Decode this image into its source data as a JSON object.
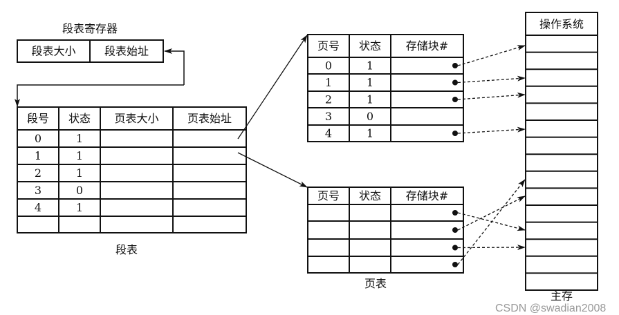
{
  "segment_register": {
    "title": "段表寄存器",
    "cells": [
      "段表大小",
      "段表始址"
    ]
  },
  "segment_table": {
    "caption": "段表",
    "headers": [
      "段号",
      "状态",
      "页表大小",
      "页表始址"
    ],
    "rows": [
      [
        "0",
        "1",
        "",
        ""
      ],
      [
        "1",
        "1",
        "",
        ""
      ],
      [
        "2",
        "1",
        "",
        ""
      ],
      [
        "3",
        "0",
        "",
        ""
      ],
      [
        "4",
        "1",
        "",
        ""
      ],
      [
        "",
        "",
        "",
        ""
      ]
    ]
  },
  "page_table_1": {
    "headers": [
      "页号",
      "状态",
      "存储块#"
    ],
    "rows": [
      [
        "0",
        "1",
        true
      ],
      [
        "1",
        "1",
        true
      ],
      [
        "2",
        "1",
        true
      ],
      [
        "3",
        "0",
        false
      ],
      [
        "4",
        "1",
        true
      ]
    ]
  },
  "page_table_2": {
    "caption": "页表",
    "headers": [
      "页号",
      "状态",
      "存储块#"
    ],
    "rows": [
      [
        "",
        "",
        true
      ],
      [
        "",
        "",
        true
      ],
      [
        "",
        "",
        true
      ],
      [
        "",
        "",
        true
      ]
    ]
  },
  "memory": {
    "header": "操作系统",
    "caption": "主存",
    "block_count": 15
  },
  "watermark": "CSDN @swadian2008"
}
